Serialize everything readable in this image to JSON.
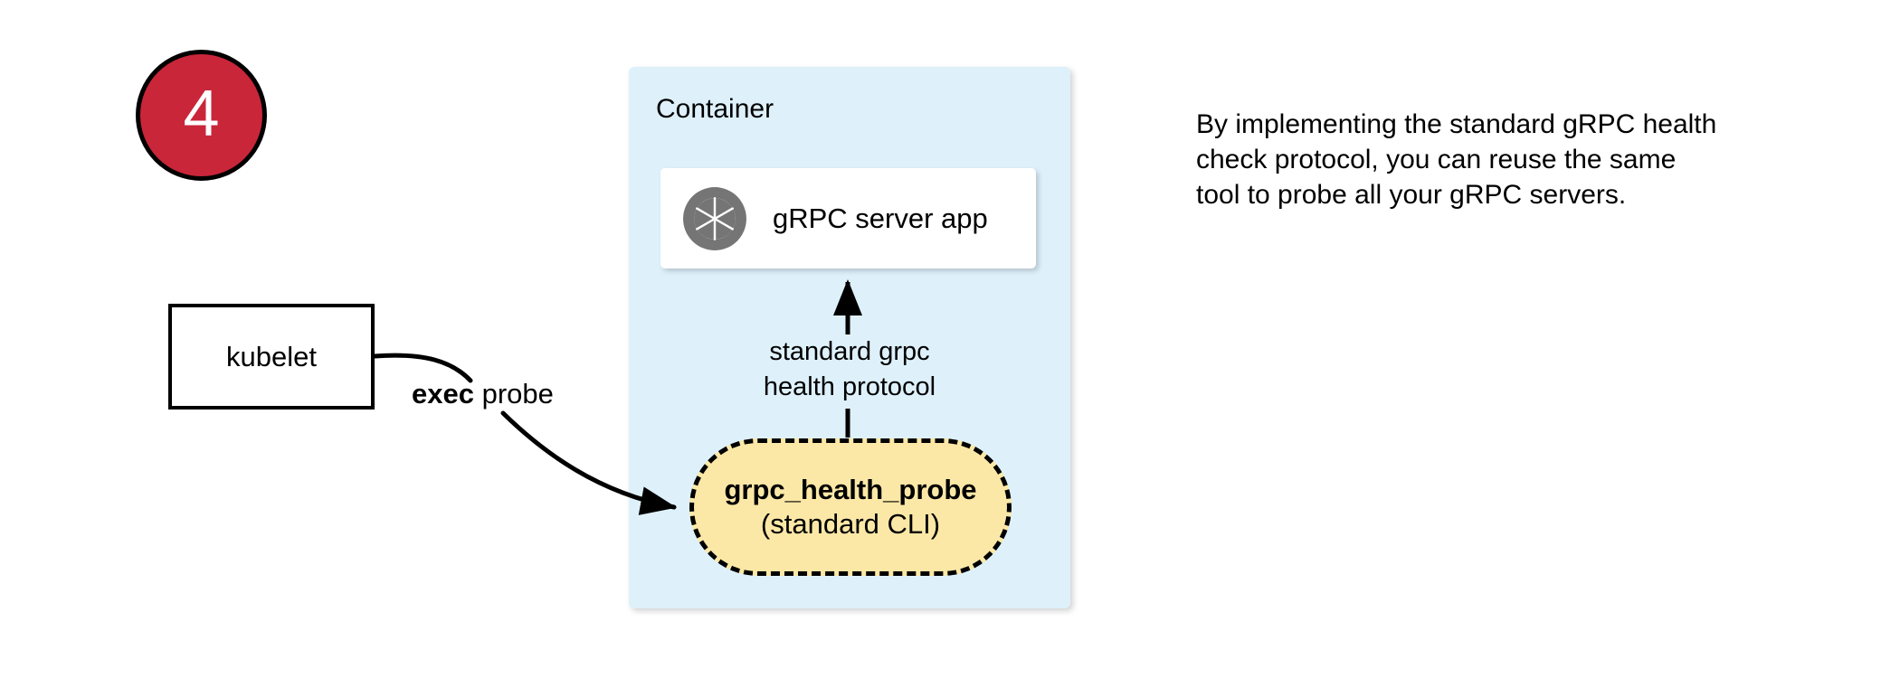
{
  "diagram": {
    "step_badge": {
      "number": "4",
      "fill_color": "#C9263A",
      "text_color": "#FFFFFF",
      "border_color": "#000000"
    },
    "kubelet": {
      "label": "kubelet"
    },
    "edges": {
      "exec_probe": {
        "label_bold": "exec",
        "label_rest": " probe"
      },
      "health_protocol": {
        "line1": "standard grpc",
        "line2": "health protocol"
      }
    },
    "container": {
      "title": "Container",
      "fill_color": "#DEF1FB"
    },
    "server_app": {
      "label": "gRPC server app",
      "icon": "grpc-aperture-icon",
      "icon_color": "#757575",
      "fill_color": "#FFFFFF"
    },
    "health_probe": {
      "title": "grpc_health_probe",
      "subtitle": "(standard CLI)",
      "fill_color": "#FCE8A6",
      "border_style": "dashed"
    },
    "annotation": {
      "text": "By implementing the standard gRPC health check protocol, you can reuse the same tool to probe all your gRPC servers."
    }
  }
}
